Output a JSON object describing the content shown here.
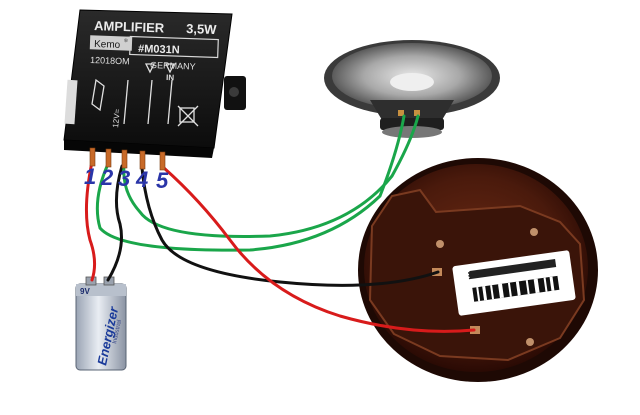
{
  "amplifier": {
    "title": "AMPLIFIER",
    "power": "3,5W",
    "brand": "Kemo",
    "registered": "®",
    "model": "#M031N",
    "code": "12018OM",
    "origin": "GERMANY",
    "input_label": "IN",
    "voltage_label": "12V="
  },
  "terminals": {
    "numbers": [
      "1",
      "2",
      "3",
      "4",
      "5"
    ],
    "label_color": "#2a35a8"
  },
  "battery": {
    "voltage": "9V",
    "brand": "Energizer",
    "subline": "Industrial"
  },
  "buzzer": {
    "ce_mark": "CE"
  },
  "wire_colors": {
    "red": "#d81b1b",
    "green": "#1aa64a",
    "black": "#111111",
    "copper": "#c86a28"
  }
}
